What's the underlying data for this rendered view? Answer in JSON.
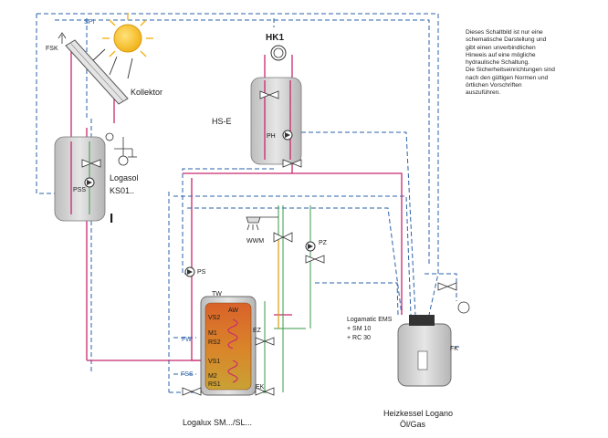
{
  "labels": {
    "spi": "SPI",
    "fsk": "FSK",
    "kollektor": "Kollektor",
    "hk1": "HK1",
    "hs_e": "HS-E",
    "ph": "PH",
    "logasol": "Logasol",
    "ks01": "KS01..",
    "pss": "PSS",
    "roman_i": "I",
    "wwm": "WWM",
    "pz": "PZ",
    "ps": "PS",
    "tw": "TW",
    "aw": "AW",
    "vs2": "VS2",
    "m1": "M1",
    "rs2": "RS2",
    "fw": "FW",
    "ez": "EZ",
    "vs1": "VS1",
    "fss": "FSS",
    "m2": "M2",
    "rs1": "RS1",
    "ek": "EK",
    "logalux": "Logalux SM.../SL...",
    "logamatic": "Logamatic EMS",
    "sm10": "+ SM 10",
    "rc30": "+ RC 30",
    "fk": "FK",
    "heizkessel": "Heizkessel Logano",
    "oel_gas": "Öl/Gas"
  },
  "note_text": "Dieses Schaltbild ist nur eine\nschematische Darstellung und\ngibt einen unverbindlichen\nHinweis auf eine mögliche\nhydraulische Schaltung.\nDie Sicherheitseinrichtungen sind\nnach den gültigen Normen und\nörtlichen Vorschriften\nauszuführen.",
  "colors": {
    "hot_pipe": "#c8286e",
    "cold_pipe": "#3a9a4a",
    "control_line": "#2a62a8",
    "dhw_line": "#e0a020",
    "tank_top": "#d9622a",
    "tank_bottom": "#c9a235",
    "equipment_grey": "#cfcfcf"
  }
}
